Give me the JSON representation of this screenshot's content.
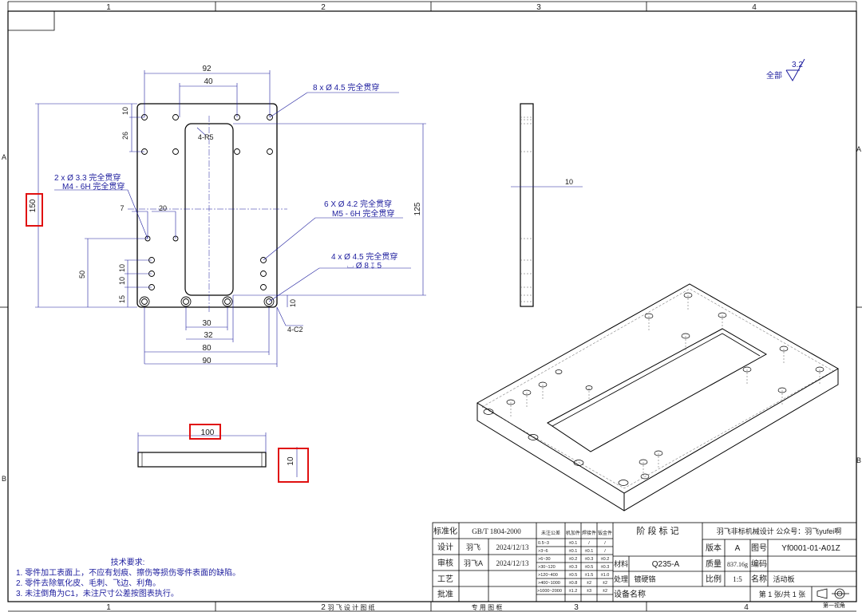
{
  "frame": {
    "zones_top": [
      "1",
      "2",
      "3",
      "4"
    ],
    "zones_bottom": [
      "1",
      "2",
      "3",
      "4"
    ],
    "zones_side": [
      "A",
      "B"
    ]
  },
  "surface_finish": {
    "scope": "全部",
    "value": "3.2"
  },
  "front_view": {
    "dims": {
      "d92": "92",
      "d40": "40",
      "d10_top": "10",
      "d26": "26",
      "d150": "150",
      "d125": "125",
      "d7": "7",
      "d20": "20",
      "d50": "50",
      "d10_a": "10",
      "d10_b": "10",
      "d15": "15",
      "d10_bottom": "10",
      "d30": "30",
      "d32": "32",
      "d80": "80",
      "d90": "90"
    },
    "notes": {
      "r5": "4-R5",
      "c2": "4-C2",
      "holes_top": "8 x Ø 4.5 完全贯穿",
      "holes_left_1": "2 x Ø 3.3 完全贯穿",
      "holes_left_2": "M4 - 6H 完全贯穿",
      "holes_right_1": "6 X Ø 4.2 完全贯穿",
      "holes_right_2": "M5 - 6H 完全贯穿",
      "holes_cb_1": "4 x Ø 4.5 完全贯穿",
      "holes_cb_2": "⌴ Ø 8 ↧ 5"
    }
  },
  "side_view": {
    "thickness": "10"
  },
  "bottom_view": {
    "length": "100",
    "thickness": "10"
  },
  "tech_req": {
    "title": "技术要求:",
    "items": [
      "1. 零件加工表面上，不应有划痕、擦伤等损伤零件表面的缺陷。",
      "2. 零件去除氧化皮、毛刺、飞边、利角。",
      "3. 未注倒角为C1，未注尺寸公差按图表执行。"
    ]
  },
  "title_block": {
    "labels": {
      "standard": "标准化",
      "design": "设计",
      "review": "审核",
      "process": "工艺",
      "approve": "批准",
      "stage": "阶 段 标 记",
      "material": "材料",
      "treatment": "处理",
      "equipment": "设备名称",
      "version": "版本",
      "mass": "质量",
      "scale": "比例",
      "drawing_no": "图号",
      "code": "编码",
      "name": "名称",
      "tol_head": "未注公差",
      "machined": "机加件",
      "welded": "焊接件",
      "sheet_metal": "钣金件"
    },
    "standard_value": "GB/T 1804-2000",
    "designer": "羽飞",
    "design_date": "2024/12/13",
    "reviewer": "羽飞A",
    "review_date": "2024/12/13",
    "tolerances": [
      {
        "range": "0.5~3",
        "m": "±0.1",
        "w": "/",
        "s": "/"
      },
      {
        "range": ">3~6",
        "m": "±0.1",
        "w": "±0.1",
        "s": "/"
      },
      {
        "range": ">6~30",
        "m": "±0.2",
        "w": "±0.3",
        "s": "±0.2"
      },
      {
        "range": ">30~120",
        "m": "±0.3",
        "w": "±0.5",
        "s": "±0.3"
      },
      {
        "range": ">120~400",
        "m": "±0.5",
        "w": "±1.5",
        "s": "±1.0"
      },
      {
        "range": ">400~1000",
        "m": "±0.8",
        "w": "±2",
        "s": "±2"
      },
      {
        "range": ">1000~2000",
        "m": "±1.2",
        "w": "±3",
        "s": "±2"
      }
    ],
    "company": "羽飞非标机械设计 公众号：羽飞yufei啊",
    "material": "Q235-A",
    "treatment": "镀硬铬",
    "version": "A",
    "mass": "837.16g",
    "scale": "1:5",
    "drawing_no": "Yf0001-01-A01Z",
    "part_name": "活动板",
    "sheet": "第 1 张/共 1 张",
    "projection": "第一视角"
  },
  "bottom_strip": [
    "羽 飞 设 计 图 纸",
    "专 用 图 框"
  ]
}
